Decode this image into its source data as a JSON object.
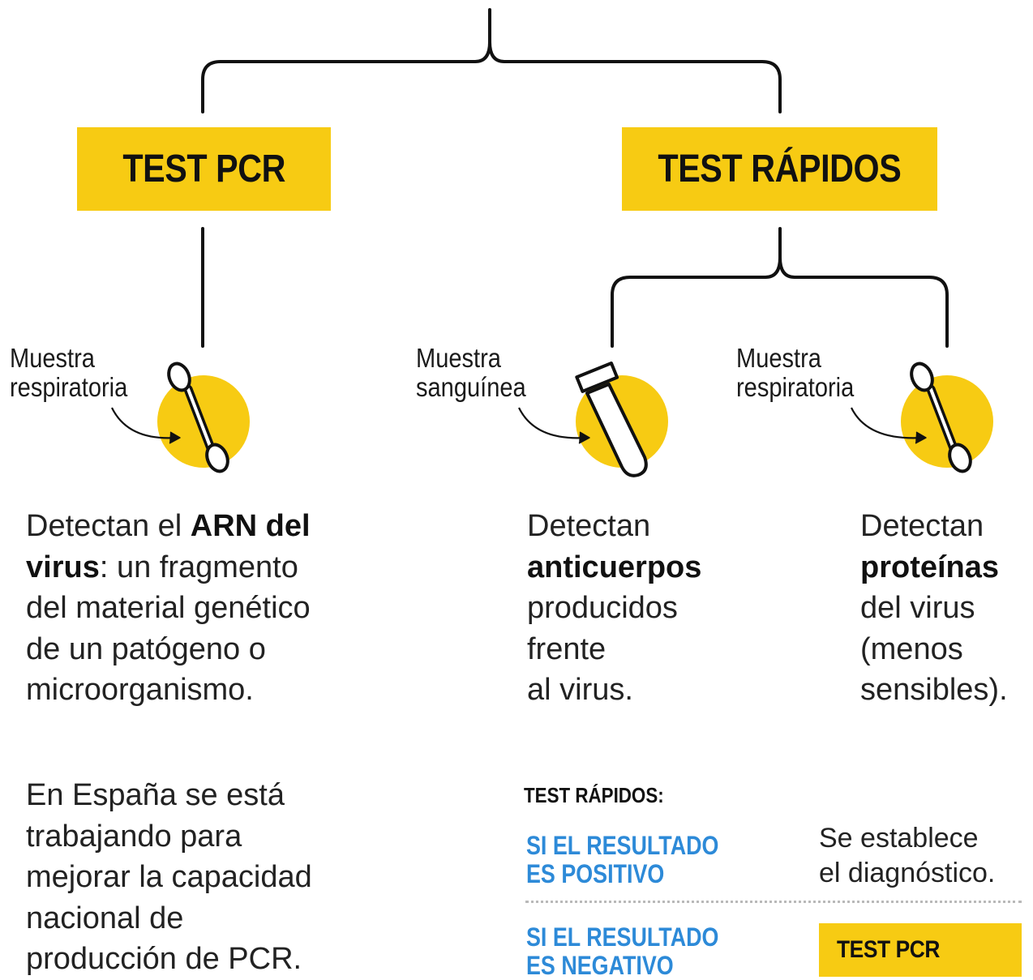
{
  "boxes": {
    "pcr": "TEST PCR",
    "rapid": "TEST RÁPIDOS"
  },
  "samples": {
    "pcr": [
      "Muestra",
      "respiratoria"
    ],
    "blood": [
      "Muestra",
      "sanguínea"
    ],
    "resp": [
      "Muestra",
      "respiratoria"
    ]
  },
  "descriptions": {
    "pcr": {
      "pre": "Detectan el ",
      "bold1": "ARN del",
      "bold2": "virus",
      "rest1": ": un fragmento",
      "line3": "del material genético",
      "line4": "de un patógeno o",
      "line5": "microorganismo."
    },
    "antibodies": {
      "line1": "Detectan",
      "bold": "anticuerpos",
      "line3": "producidos",
      "line4": "frente",
      "line5": "al virus."
    },
    "proteins": {
      "line1": "Detectan",
      "bold": "proteínas",
      "line3": "del virus",
      "line4": "(menos",
      "line5": "sensibles)."
    }
  },
  "spain_note": [
    "En España se está",
    "trabajando para",
    "mejorar la capacidad",
    "nacional de",
    "producción de PCR."
  ],
  "rapid_results": {
    "heading": "TEST RÁPIDOS:",
    "positive_label": [
      "SI EL RESULTADO",
      "ES POSITIVO"
    ],
    "positive_result": [
      "Se establece",
      "el diagnóstico."
    ],
    "negative_label": [
      "SI EL RESULTADO",
      "ES NEGATIVO"
    ],
    "negative_result": "TEST PCR"
  },
  "colors": {
    "yellow": "#f7cb13",
    "blue": "#2d8ad8",
    "line": "#111111",
    "dotted": "#b9b9b9"
  },
  "icons": [
    "swab-icon",
    "test-tube-icon",
    "swab-icon"
  ]
}
